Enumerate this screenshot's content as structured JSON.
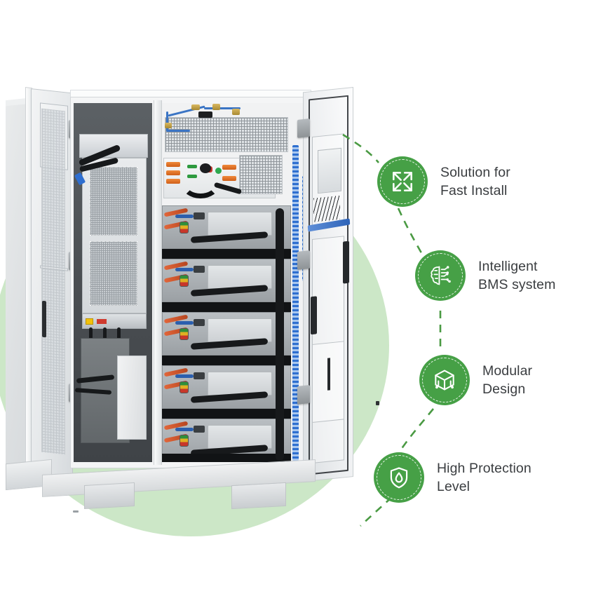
{
  "page": {
    "title": "Energy Storage Cabinet Feature Callouts",
    "background_color": "#ffffff",
    "accent_color": "#46a046",
    "blob_color": "#c3e3bd",
    "label_color": "#3a3d40"
  },
  "product": {
    "name": "battery-energy-storage-cabinet",
    "battery_module_count": 5,
    "doors_open": 2
  },
  "features": [
    {
      "icon": "expand-arrows-icon",
      "label": "Solution for\nFast Install",
      "line1": "Solution for",
      "line2": "Fast Install"
    },
    {
      "icon": "brain-circuit-icon",
      "label": "Intelligent\nBMS system",
      "line1": "Intelligent",
      "line2": "BMS system"
    },
    {
      "icon": "cube-box-icon",
      "label": "Modular\nDesign",
      "line1": "Modular",
      "line2": "Design"
    },
    {
      "icon": "shield-droplet-icon",
      "label": "High Protection\nLevel",
      "line1": "High Protection",
      "line2": "Level"
    }
  ]
}
